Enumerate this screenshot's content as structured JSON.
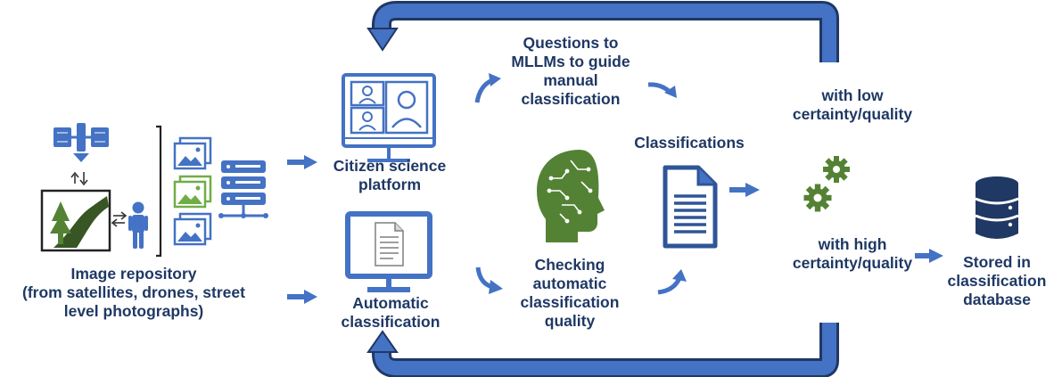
{
  "colors": {
    "primary_blue": "#4472c4",
    "dark_navy": "#1f3864",
    "green": "#548235",
    "light_green": "#70ad47",
    "dark_green": "#375623"
  },
  "labels": {
    "image_repository": [
      "Image repository",
      "(from satellites, drones, street",
      "level photographs)"
    ],
    "citizen_platform": [
      "Citizen science",
      "platform"
    ],
    "automatic_classification": [
      "Automatic",
      "classification"
    ],
    "questions_mllm": [
      "Questions to",
      "MLLMs to guide",
      "manual",
      "classification"
    ],
    "checking_quality": [
      "Checking",
      "automatic",
      "classification",
      "quality"
    ],
    "classifications": "Classifications",
    "low_certainty": [
      "with low",
      "certainty/quality"
    ],
    "high_certainty": [
      "with high",
      "certainty/quality"
    ],
    "stored_db": [
      "Stored in",
      "classification",
      "database"
    ]
  },
  "icons": [
    "satellite-icon",
    "landscape-image-icon",
    "person-icon",
    "image-stack-icon",
    "server-rack-icon",
    "video-conference-monitor-icon",
    "document-monitor-icon",
    "ai-brain-head-icon",
    "document-icon",
    "gears-icon",
    "database-icon"
  ]
}
